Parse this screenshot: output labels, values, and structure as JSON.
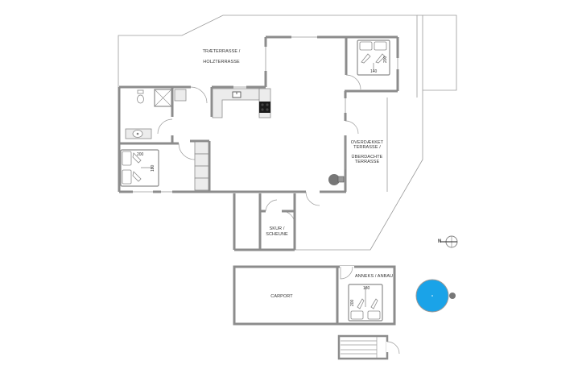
{
  "plan": {
    "type": "floor-plan",
    "rooms": {
      "wood_terrace": {
        "label_line1": "TRÆTERRASSE /",
        "label_line2": "HOLZTERRASSE"
      },
      "covered_terrace": {
        "label_line1": "OVERDÆKKET",
        "label_line2": "TERRASSE /",
        "label_line3": "ÜBERDACHTE",
        "label_line4": "TERRASSE"
      },
      "shed": {
        "label_line1": "SKUR /",
        "label_line2": "SCHEUNE"
      },
      "carport": {
        "label": "CARPORT"
      },
      "annex": {
        "label": "ANNEKS / ANBAU"
      }
    },
    "beds": {
      "bedroom_top_right": {
        "width": "140",
        "length": "200"
      },
      "bedroom_left": {
        "width": "200",
        "length": "180"
      },
      "annex_bedroom": {
        "width": "180",
        "length": "200"
      }
    },
    "compass": {
      "label": "N"
    },
    "colors": {
      "wall": "#8c8c8c",
      "outline": "#9a9a9a",
      "fixture_fill": "#ececec",
      "pool": "#1aa3e8",
      "stove": "#1a1a1a"
    }
  }
}
